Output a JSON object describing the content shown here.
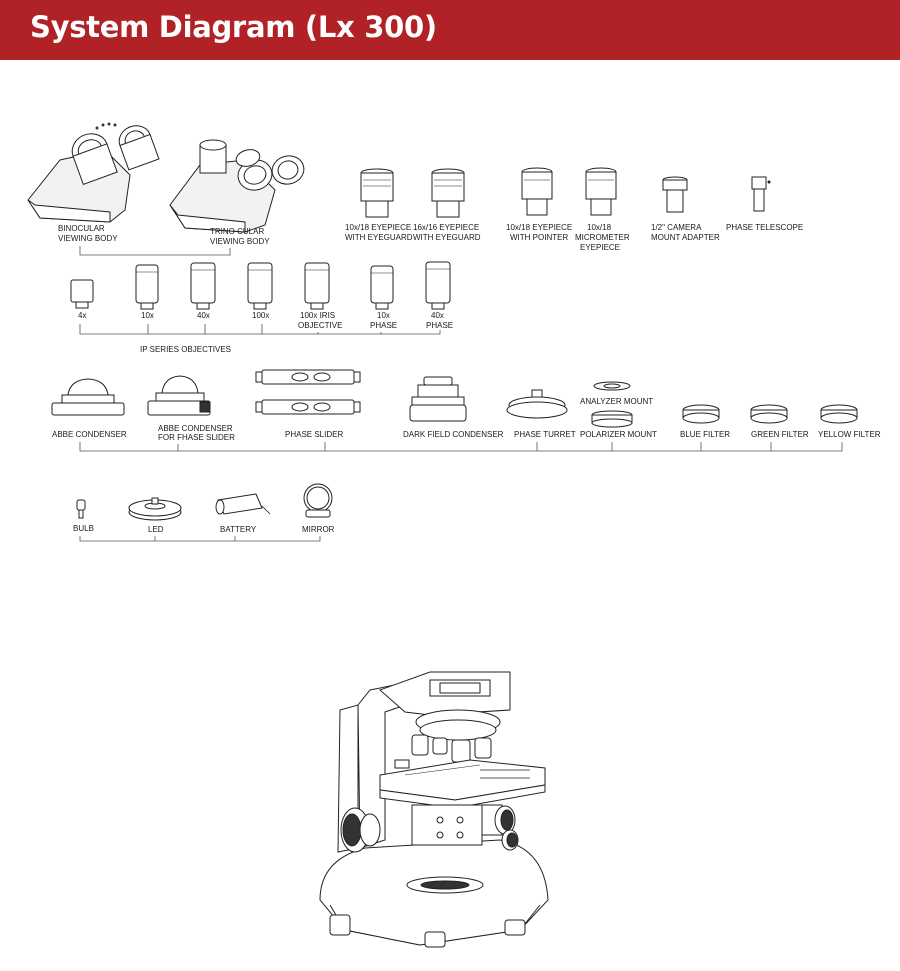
{
  "header": {
    "title": "System Diagram (Lx 300)",
    "color": "#b02226"
  },
  "row1": {
    "binocular": [
      "BINOCULAR",
      "VIEWING BODY"
    ],
    "trinocular": [
      "TRINO CULAR",
      "VIEWING BODY"
    ],
    "eyepiece_10x18": [
      "10x/18 EYEPIECE",
      "WITH EYEGUARD"
    ],
    "eyepiece_16x16": [
      "16x/16  EYEPIECE",
      "WITH EYEGUARD"
    ],
    "eyepiece_pointer": [
      "10x/18  EYEPIECE",
      "WITH POINTER"
    ],
    "micrometer": [
      "10x/18",
      "MICROMETER",
      "EYEPIECE"
    ],
    "camera": [
      "1/2\" CAMERA",
      "MOUNT ADAPTER"
    ],
    "phase_telescope": [
      "PHASE TELESCOPE"
    ]
  },
  "objectives": {
    "items": [
      [
        "4x"
      ],
      [
        "10x"
      ],
      [
        "40x"
      ],
      [
        "100x"
      ],
      [
        "100x IRIS",
        "OBJECTIVE"
      ],
      [
        "10x",
        "PHASE"
      ],
      [
        "40x",
        "PHASE"
      ]
    ],
    "group_label": "IP SERIES OBJECTIVES"
  },
  "row3": {
    "abbe": [
      "ABBE CONDENSER"
    ],
    "abbe_phase": [
      "ABBE CONDENSER",
      "FOR FHASE SLIDER"
    ],
    "phase_slider": [
      "PHASE SLIDER"
    ],
    "dark_field": [
      "DARK FIELD CONDENSER"
    ],
    "phase_turret": [
      "PHASE TURRET"
    ],
    "analyzer": [
      "ANALYZER MOUNT"
    ],
    "polarizer": [
      "POLARIZER MOUNT"
    ],
    "blue": [
      "BLUE FILTER"
    ],
    "green": [
      "GREEN FILTER"
    ],
    "yellow": [
      "YELLOW FILTER"
    ]
  },
  "row4": {
    "bulb": [
      "BULB"
    ],
    "led": [
      "LED"
    ],
    "battery": [
      "BATTERY"
    ],
    "mirror": [
      "MIRROR"
    ]
  }
}
